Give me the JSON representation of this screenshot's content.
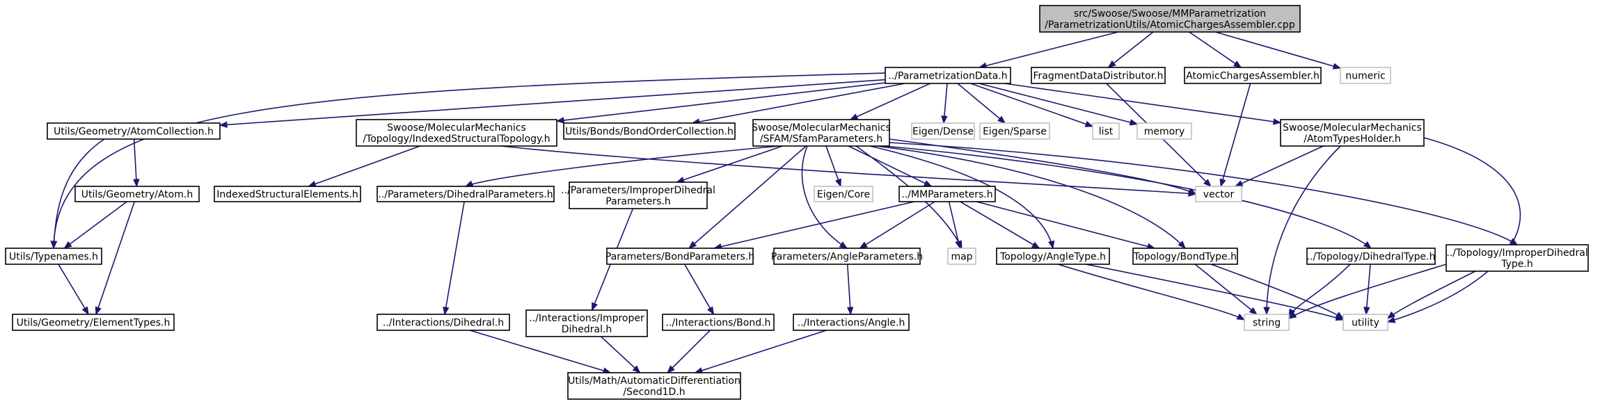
{
  "diagram": {
    "nodes": [
      {
        "id": "root",
        "lines": [
          "src/Swoose/Swoose/MMParametrization",
          "/ParametrizationUtils/AtomicChargesAssembler.cpp"
        ],
        "kind": "root"
      },
      {
        "id": "pdata",
        "lines": [
          "../ParametrizationData.h"
        ],
        "kind": "doc"
      },
      {
        "id": "fdd",
        "lines": [
          "FragmentDataDistributor.h"
        ],
        "kind": "doc"
      },
      {
        "id": "aca",
        "lines": [
          "AtomicChargesAssembler.h"
        ],
        "kind": "doc"
      },
      {
        "id": "numeric",
        "lines": [
          "numeric"
        ],
        "kind": "sys"
      },
      {
        "id": "atomcoll",
        "lines": [
          "Utils/Geometry/AtomCollection.h"
        ],
        "kind": "doc"
      },
      {
        "id": "ist",
        "lines": [
          "Swoose/MolecularMechanics",
          "/Topology/IndexedStructuralTopology.h"
        ],
        "kind": "doc"
      },
      {
        "id": "boc",
        "lines": [
          "Utils/Bonds/BondOrderCollection.h"
        ],
        "kind": "doc"
      },
      {
        "id": "sfam",
        "lines": [
          "Swoose/MolecularMechanics",
          "/SFAM/SfamParameters.h"
        ],
        "kind": "doc"
      },
      {
        "id": "edense",
        "lines": [
          "Eigen/Dense"
        ],
        "kind": "sys"
      },
      {
        "id": "esparse",
        "lines": [
          "Eigen/Sparse"
        ],
        "kind": "sys"
      },
      {
        "id": "list",
        "lines": [
          "list"
        ],
        "kind": "sys"
      },
      {
        "id": "memory",
        "lines": [
          "memory"
        ],
        "kind": "sys"
      },
      {
        "id": "ath",
        "lines": [
          "Swoose/MolecularMechanics",
          "/AtomTypesHolder.h"
        ],
        "kind": "doc"
      },
      {
        "id": "atom",
        "lines": [
          "Utils/Geometry/Atom.h"
        ],
        "kind": "doc"
      },
      {
        "id": "ise",
        "lines": [
          "IndexedStructuralElements.h"
        ],
        "kind": "doc"
      },
      {
        "id": "dihp",
        "lines": [
          "../Parameters/DihedralParameters.h"
        ],
        "kind": "doc"
      },
      {
        "id": "impp",
        "lines": [
          "../Parameters/ImproperDihedral",
          "Parameters.h"
        ],
        "kind": "doc"
      },
      {
        "id": "ecore",
        "lines": [
          "Eigen/Core"
        ],
        "kind": "sys"
      },
      {
        "id": "mmp",
        "lines": [
          "../MMParameters.h"
        ],
        "kind": "doc"
      },
      {
        "id": "vector",
        "lines": [
          "vector"
        ],
        "kind": "sys"
      },
      {
        "id": "typenames",
        "lines": [
          "Utils/Typenames.h"
        ],
        "kind": "doc"
      },
      {
        "id": "bondp",
        "lines": [
          "Parameters/BondParameters.h"
        ],
        "kind": "doc"
      },
      {
        "id": "anglep",
        "lines": [
          "Parameters/AngleParameters.h"
        ],
        "kind": "doc"
      },
      {
        "id": "map",
        "lines": [
          "map"
        ],
        "kind": "sys"
      },
      {
        "id": "angletype",
        "lines": [
          "Topology/AngleType.h"
        ],
        "kind": "doc"
      },
      {
        "id": "bondtype",
        "lines": [
          "Topology/BondType.h"
        ],
        "kind": "doc"
      },
      {
        "id": "dihtype",
        "lines": [
          "../Topology/DihedralType.h"
        ],
        "kind": "doc"
      },
      {
        "id": "imptype",
        "lines": [
          "../Topology/ImproperDihedral",
          "Type.h"
        ],
        "kind": "doc"
      },
      {
        "id": "elemtypes",
        "lines": [
          "Utils/Geometry/ElementTypes.h"
        ],
        "kind": "doc"
      },
      {
        "id": "idih",
        "lines": [
          "../Interactions/Dihedral.h"
        ],
        "kind": "doc"
      },
      {
        "id": "iimp",
        "lines": [
          "../Interactions/Improper",
          "Dihedral.h"
        ],
        "kind": "doc"
      },
      {
        "id": "ibond",
        "lines": [
          "../Interactions/Bond.h"
        ],
        "kind": "doc"
      },
      {
        "id": "iangle",
        "lines": [
          "../Interactions/Angle.h"
        ],
        "kind": "doc"
      },
      {
        "id": "string",
        "lines": [
          "string"
        ],
        "kind": "sys"
      },
      {
        "id": "utility",
        "lines": [
          "utility"
        ],
        "kind": "sys"
      },
      {
        "id": "second",
        "lines": [
          "Utils/Math/AutomaticDifferentiation",
          "/Second1D.h"
        ],
        "kind": "doc"
      }
    ],
    "edges": [
      [
        "root",
        "pdata"
      ],
      [
        "root",
        "fdd"
      ],
      [
        "root",
        "aca"
      ],
      [
        "root",
        "numeric"
      ],
      [
        "pdata",
        "atomcoll"
      ],
      [
        "pdata",
        "ist"
      ],
      [
        "pdata",
        "boc"
      ],
      [
        "pdata",
        "sfam"
      ],
      [
        "pdata",
        "edense"
      ],
      [
        "pdata",
        "esparse"
      ],
      [
        "pdata",
        "list"
      ],
      [
        "pdata",
        "memory"
      ],
      [
        "pdata",
        "ath"
      ],
      [
        "pdata",
        "typenames"
      ],
      [
        "fdd",
        "vector"
      ],
      [
        "aca",
        "vector"
      ],
      [
        "atomcoll",
        "atom"
      ],
      [
        "atomcoll",
        "typenames"
      ],
      [
        "ist",
        "ise"
      ],
      [
        "ist",
        "vector"
      ],
      [
        "sfam",
        "dihp"
      ],
      [
        "sfam",
        "impp"
      ],
      [
        "sfam",
        "ecore"
      ],
      [
        "sfam",
        "mmp"
      ],
      [
        "sfam",
        "vector"
      ],
      [
        "sfam",
        "bondp"
      ],
      [
        "sfam",
        "anglep"
      ],
      [
        "sfam",
        "map"
      ],
      [
        "sfam",
        "angletype"
      ],
      [
        "sfam",
        "bondtype"
      ],
      [
        "sfam",
        "dihtype"
      ],
      [
        "sfam",
        "imptype"
      ],
      [
        "ath",
        "vector"
      ],
      [
        "ath",
        "string"
      ],
      [
        "ath",
        "utility"
      ],
      [
        "atom",
        "typenames"
      ],
      [
        "atom",
        "elemtypes"
      ],
      [
        "typenames",
        "elemtypes"
      ],
      [
        "dihp",
        "idih"
      ],
      [
        "impp",
        "iimp"
      ],
      [
        "mmp",
        "bondp"
      ],
      [
        "mmp",
        "anglep"
      ],
      [
        "mmp",
        "map"
      ],
      [
        "mmp",
        "angletype"
      ],
      [
        "mmp",
        "bondtype"
      ],
      [
        "bondp",
        "ibond"
      ],
      [
        "anglep",
        "iangle"
      ],
      [
        "angletype",
        "string"
      ],
      [
        "angletype",
        "utility"
      ],
      [
        "bondtype",
        "string"
      ],
      [
        "bondtype",
        "utility"
      ],
      [
        "dihtype",
        "string"
      ],
      [
        "dihtype",
        "utility"
      ],
      [
        "imptype",
        "string"
      ],
      [
        "imptype",
        "utility"
      ],
      [
        "idih",
        "second"
      ],
      [
        "iimp",
        "second"
      ],
      [
        "ibond",
        "second"
      ],
      [
        "iangle",
        "second"
      ]
    ]
  }
}
